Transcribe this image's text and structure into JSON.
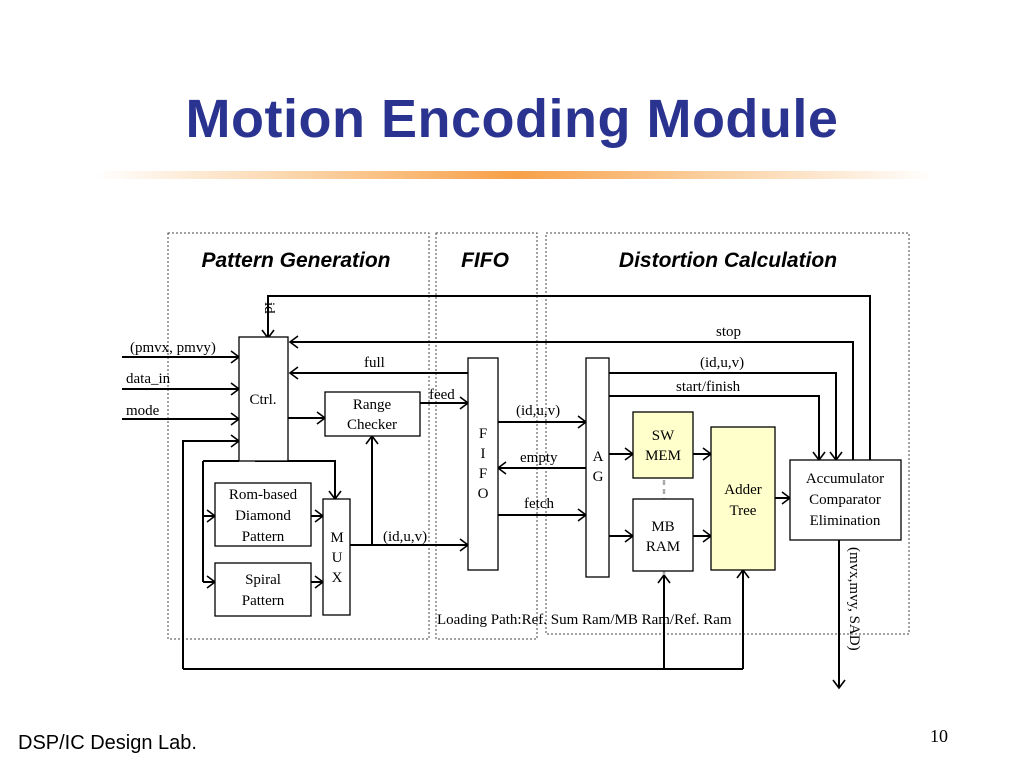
{
  "title": "Motion Encoding Module",
  "footer": {
    "lab": "DSP/IC Design Lab.",
    "page": "10"
  },
  "regions": {
    "pattern": "Pattern Generation",
    "fifo": "FIFO",
    "distortion": "Distortion Calculation"
  },
  "blocks": {
    "ctrl": "Ctrl.",
    "range_checker": [
      "Range",
      "Checker"
    ],
    "rom_diamond": [
      "Rom-based",
      "Diamond",
      "Pattern"
    ],
    "spiral": [
      "Spiral",
      "Pattern"
    ],
    "mux": [
      "M",
      "U",
      "X"
    ],
    "fifo": [
      "F",
      "I",
      "F",
      "O"
    ],
    "ag": [
      "A",
      "G"
    ],
    "sw_mem": [
      "SW",
      "MEM"
    ],
    "mb_ram": [
      "MB",
      "RAM"
    ],
    "adder_tree": [
      "Adder",
      "Tree"
    ],
    "acc": [
      "Accumulator",
      "Comparator",
      "Elimination"
    ]
  },
  "signals": {
    "id": "id",
    "stop": "stop",
    "pmv": "(pmvx, pmvy)",
    "data_in": "data_in",
    "mode": "mode",
    "full": "full",
    "feed": "feed",
    "iduv": "(id,u,v)",
    "empty": "empty",
    "fetch": "fetch",
    "start_finish": "start/finish",
    "output": "(mvx,mvy, SAD)",
    "loading": "Loading Path:Ref. Sum Ram/MB Ram/Ref. Ram"
  }
}
